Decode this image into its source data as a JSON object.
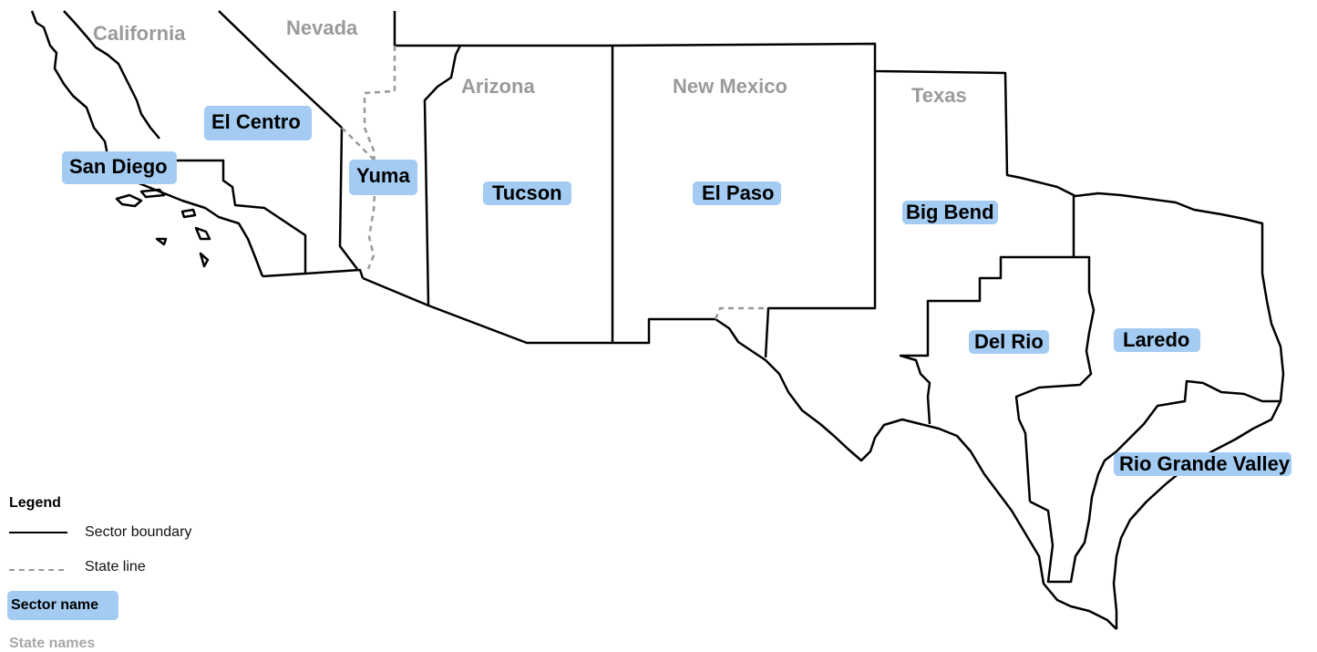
{
  "states": {
    "california": "California",
    "nevada": "Nevada",
    "arizona": "Arizona",
    "new_mexico": "New Mexico",
    "texas": "Texas"
  },
  "sectors": {
    "san_diego": "San Diego",
    "el_centro": "El Centro",
    "yuma": "Yuma",
    "tucson": "Tucson",
    "el_paso": "El Paso",
    "big_bend": "Big Bend",
    "del_rio": "Del Rio",
    "laredo": "Laredo",
    "rio_grande_valley": "Rio Grande Valley"
  },
  "legend": {
    "title": "Legend",
    "sector_boundary": "Sector boundary",
    "state_line": "State line",
    "sector_name": "Sector name",
    "state_names": "State names"
  },
  "colors": {
    "sector_fill": "#a4ccf2",
    "state_text": "#9a9a9a",
    "boundary": "#000000",
    "state_line": "#999999"
  }
}
